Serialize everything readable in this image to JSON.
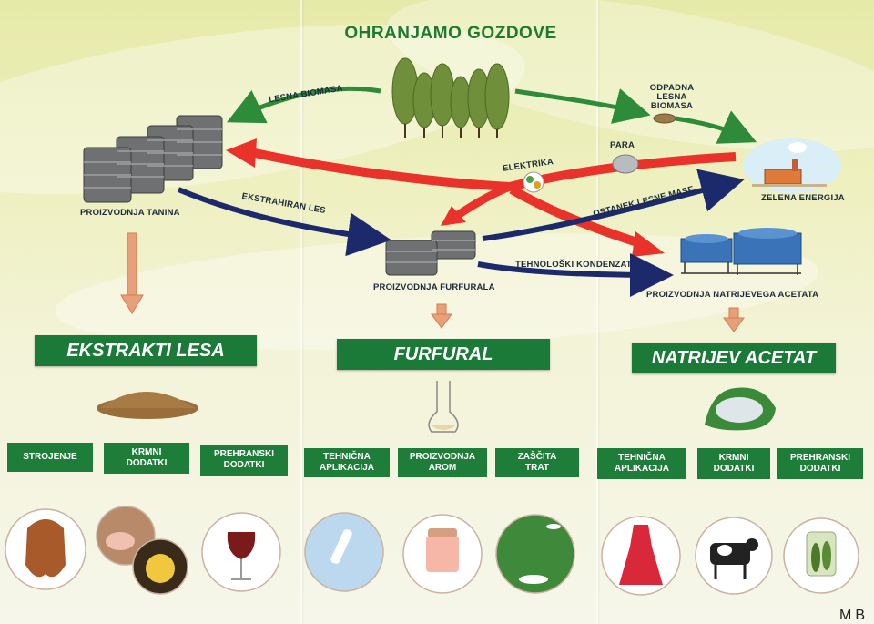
{
  "title": "OHRANJAMO GOZDOVE",
  "flow_labels": {
    "lesna_biomasa": "LESNA BIOMASA",
    "odpadna_lesna_biomasa": [
      "ODPADNA",
      "LESNA",
      "BIOMASA"
    ],
    "elektrika": "ELEKTRIKA",
    "para": "PARA",
    "ekstrahiran_les": "EKSTRAHIRAN LES",
    "ostanek_lesne_mase": "OSTANEK LESNE MASE",
    "tehnoloski_kondenzat": "TEHNOLOŠKI KONDENZAT"
  },
  "nodes": {
    "tanin": "PROIZVODNJA TANINA",
    "furfural": "PROIZVODNJA FURFURALA",
    "acetat": "PROIZVODNJA NATRIJEVEGA ACETATA",
    "zelena_energija": "ZELENA ENERGIJA"
  },
  "products": [
    {
      "name": "EKSTRAKTI LESA",
      "uses": [
        [
          "STROJENJE"
        ],
        [
          "KRMNI",
          "DODATKI"
        ],
        [
          "PREHRANSKI",
          "DODATKI"
        ]
      ]
    },
    {
      "name": "FURFURAL",
      "uses": [
        [
          "TEHNIČNA",
          "APLIKACIJA"
        ],
        [
          "PROIZVODNJA",
          "AROM"
        ],
        [
          "ZAŠČITA",
          "TRAT"
        ]
      ]
    },
    {
      "name": "NATRIJEV ACETAT",
      "uses": [
        [
          "TEHNIČNA",
          "APLIKACIJA"
        ],
        [
          "KRMNI",
          "DODATKI"
        ],
        [
          "PREHRANSKI",
          "DODATKI"
        ]
      ]
    }
  ],
  "colors": {
    "green_banner": "#1b7a37",
    "green_arrow": "#2e8b3a",
    "red_arrow": "#e8322a",
    "navy_arrow": "#1c2a6b",
    "orange_arrow": "#e07a4a"
  },
  "watermark": "MB"
}
